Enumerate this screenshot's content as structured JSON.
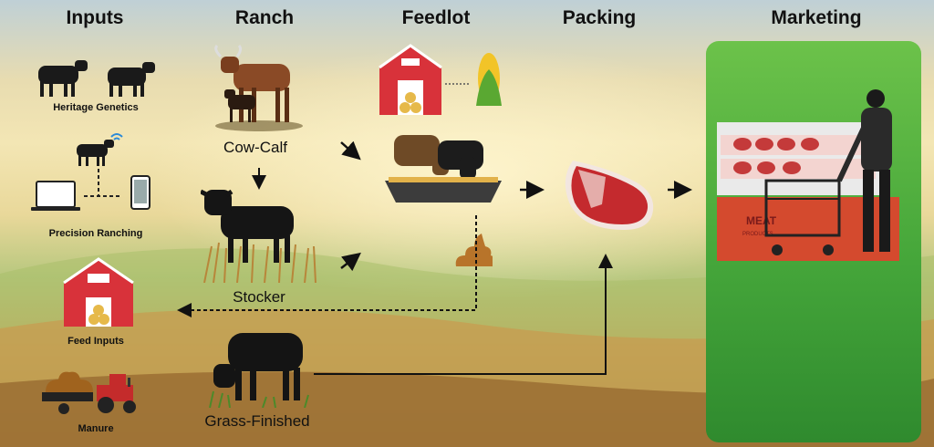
{
  "headers": {
    "inputs": "Inputs",
    "ranch": "Ranch",
    "feedlot": "Feedlot",
    "packing": "Packing",
    "marketing": "Marketing"
  },
  "inputs": {
    "heritage": "Heritage Genetics",
    "precision": "Precision Ranching",
    "feed": "Feed Inputs",
    "manure": "Manure"
  },
  "ranch": {
    "cow_calf": "Cow-Calf",
    "stocker": "Stocker",
    "grass_finished": "Grass-Finished"
  },
  "marketing": {
    "case_sign": "MEAT",
    "case_sub": "PRODUCTS"
  },
  "colors": {
    "panel": "#4fae3e",
    "barn": "#d8323a",
    "arrow": "#111111"
  }
}
